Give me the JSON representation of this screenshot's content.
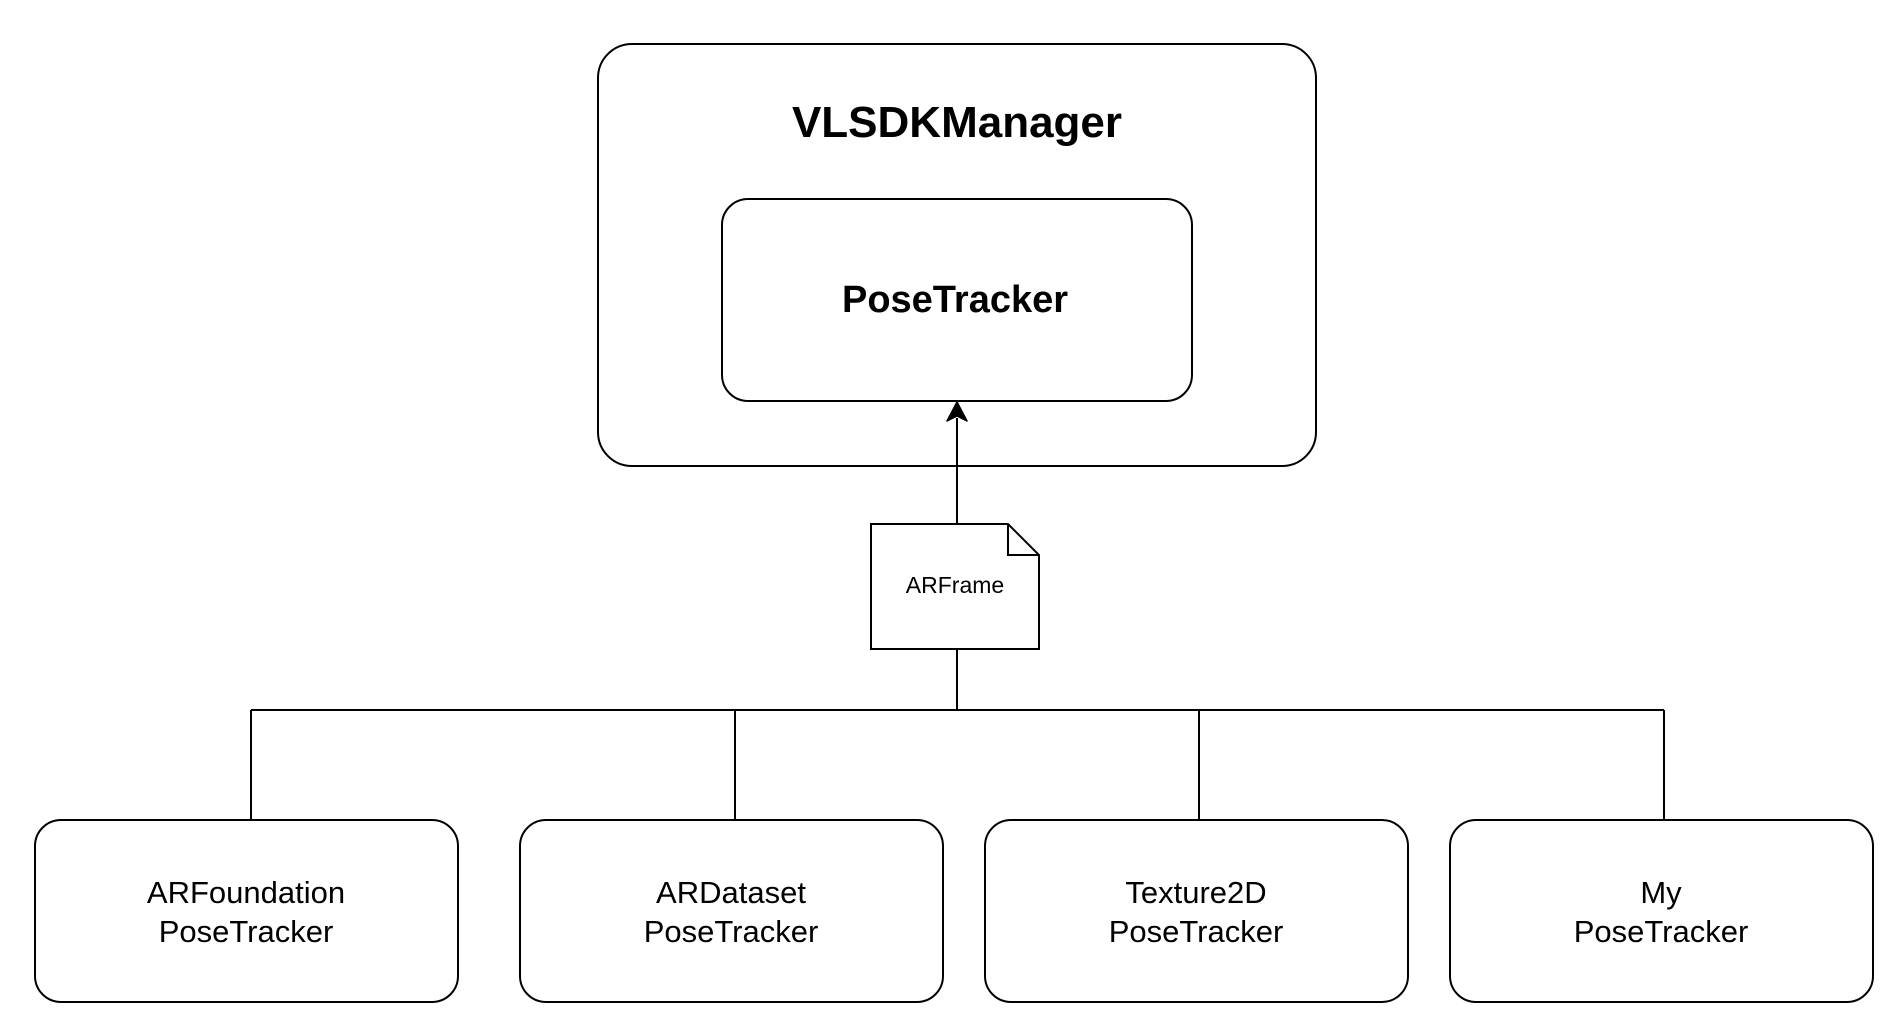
{
  "diagram": {
    "outer": {
      "title": "VLSDKManager"
    },
    "inner": {
      "title": "PoseTracker"
    },
    "frame": {
      "label": "ARFrame"
    },
    "implementations": [
      {
        "line1": "ARFoundation",
        "line2": "PoseTracker"
      },
      {
        "line1": "ARDataset",
        "line2": "PoseTracker"
      },
      {
        "line1": "Texture2D",
        "line2": "PoseTracker"
      },
      {
        "line1": "My",
        "line2": "PoseTracker"
      }
    ],
    "colors": {
      "stroke": "#000000",
      "fill": "#ffffff",
      "text": "#000000"
    }
  }
}
